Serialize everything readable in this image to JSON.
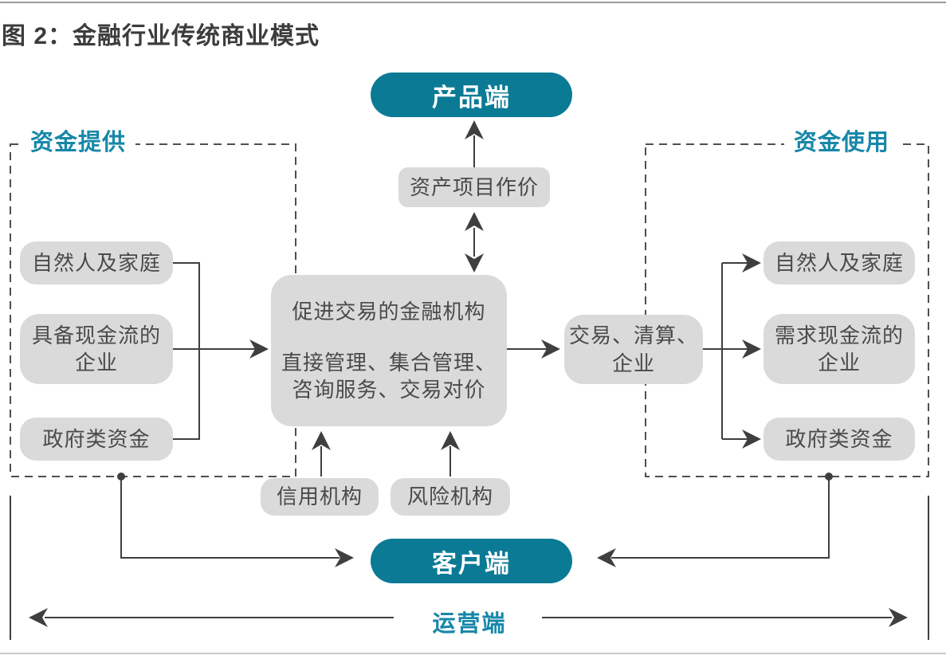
{
  "title": "图 2：金融行业传统商业模式",
  "colors": {
    "teal": "#0b7a95",
    "teal_text": "#1787a9",
    "node_bg": "#dadada",
    "node_text": "#4a4a4a",
    "line": "#3f3f3f",
    "dash": "#4f4f4f",
    "title_text": "#3c3c3c",
    "rule_top": "#999999",
    "rule_bottom": "#c9c9c9"
  },
  "pills": {
    "product": "产品端",
    "client": "客户端"
  },
  "ops_label": "运营端",
  "groups": {
    "funds_supply": {
      "label": "资金提供",
      "items": {
        "individuals": "自然人及家庭",
        "enterprises": [
          "具备现金流的",
          "企业"
        ],
        "government": "政府类资金"
      }
    },
    "funds_use": {
      "label": "资金使用",
      "items": {
        "individuals": "自然人及家庭",
        "enterprises": [
          "需求现金流的",
          "企业"
        ],
        "government": "政府类资金"
      }
    }
  },
  "nodes": {
    "asset_pricing": "资产项目作价",
    "central": [
      "促进交易的金融机构",
      "直接管理、集合管理、",
      "咨询服务、交易对价"
    ],
    "trade": [
      "交易、清算、",
      "企业"
    ],
    "credit": "信用机构",
    "risk": "风险机构"
  }
}
